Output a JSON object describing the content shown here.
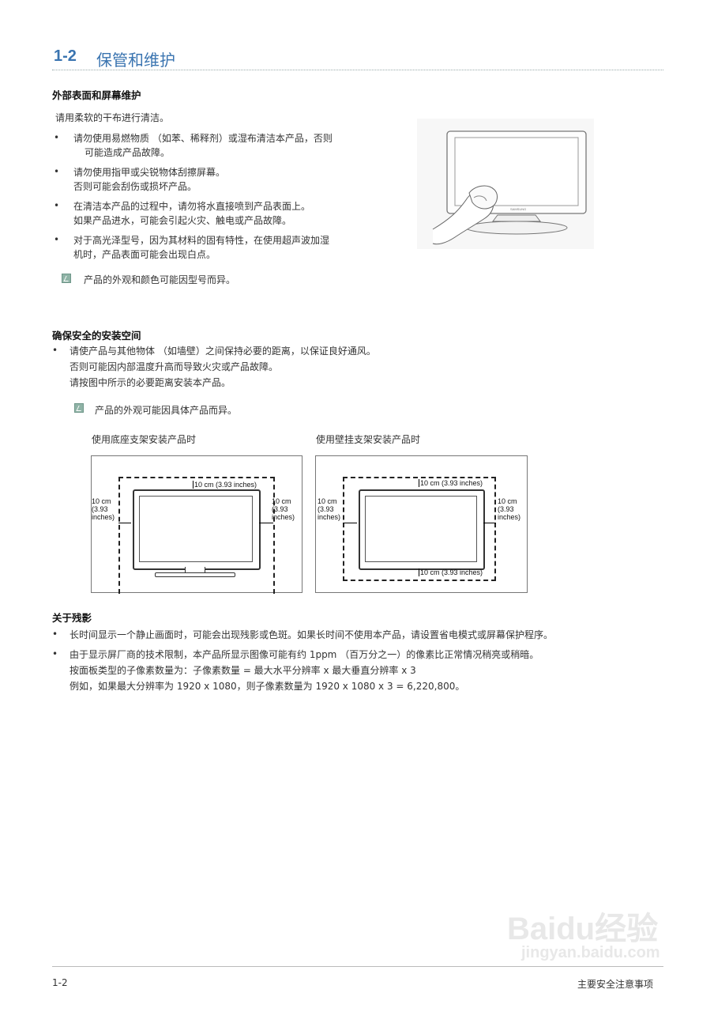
{
  "header": {
    "section_number": "1-2",
    "section_title": "保管和维护"
  },
  "section1": {
    "heading": "外部表面和屏幕维护",
    "intro": "请用柔软的干布进行清洁。",
    "bullets": [
      {
        "line1": "请勿使用易燃物质 （如苯、稀释剂）或湿布清洁本产品，否则",
        "line2": "可能造成产品故障。"
      },
      {
        "line1": "请勿使用指甲或尖锐物体刮擦屏幕。",
        "line2": "否则可能会刮伤或损坏产品。"
      },
      {
        "line1": "在清洁本产品的过程中，请勿将水直接喷到产品表面上。",
        "line2": "如果产品进水，可能会引起火灾、触电或产品故障。"
      },
      {
        "line1": "对于高光泽型号，因为其材料的固有特性，在使用超声波加湿",
        "line2": "机时，产品表面可能会出现白点。"
      }
    ],
    "note": "产品的外观和颜色可能因型号而异。",
    "monitor_brand": "SAMSUNG"
  },
  "section2": {
    "heading": "确保安全的安装空间",
    "bullet_lines": [
      "请使产品与其他物体 （如墙壁）之间保持必要的距离，以保证良好通风。",
      "否则可能因内部温度升高而导致火灾或产品故障。",
      "请按图中所示的必要距离安装本产品。"
    ],
    "note": "产品的外观可能因具体产品而异。",
    "caption_stand": "使用底座支架安装产品时",
    "caption_wall": "使用壁挂支架安装产品时",
    "dim_top": "10 cm (3.93 inches)",
    "dim_bottom": "10 cm (3.93 inches)",
    "dim_side": {
      "l1": "10 cm",
      "l2": "(3.93",
      "l3": "inches)"
    }
  },
  "section3": {
    "heading": "关于残影",
    "bullet1": "长时间显示一个静止画面时，可能会出现残影或色斑。如果长时间不使用本产品，请设置省电模式或屏幕保护程序。",
    "bullet2_lines": [
      "由于显示屏厂商的技术限制，本产品所显示图像可能有约 1ppm （百万分之一）的像素比正常情况稍亮或稍暗。",
      "按面板类型的子像素数量为：子像素数量 = 最大水平分辨率 x 最大垂直分辨率 x 3",
      "例如，如果最大分辨率为 1920 x 1080，则子像素数量为 1920 x 1080 x 3 = 6,220,800。"
    ]
  },
  "footer": {
    "page_number": "1-2",
    "chapter": "主要安全注意事项"
  },
  "watermark": {
    "logo": "Baidu经验",
    "url": "jingyan.baidu.com"
  }
}
